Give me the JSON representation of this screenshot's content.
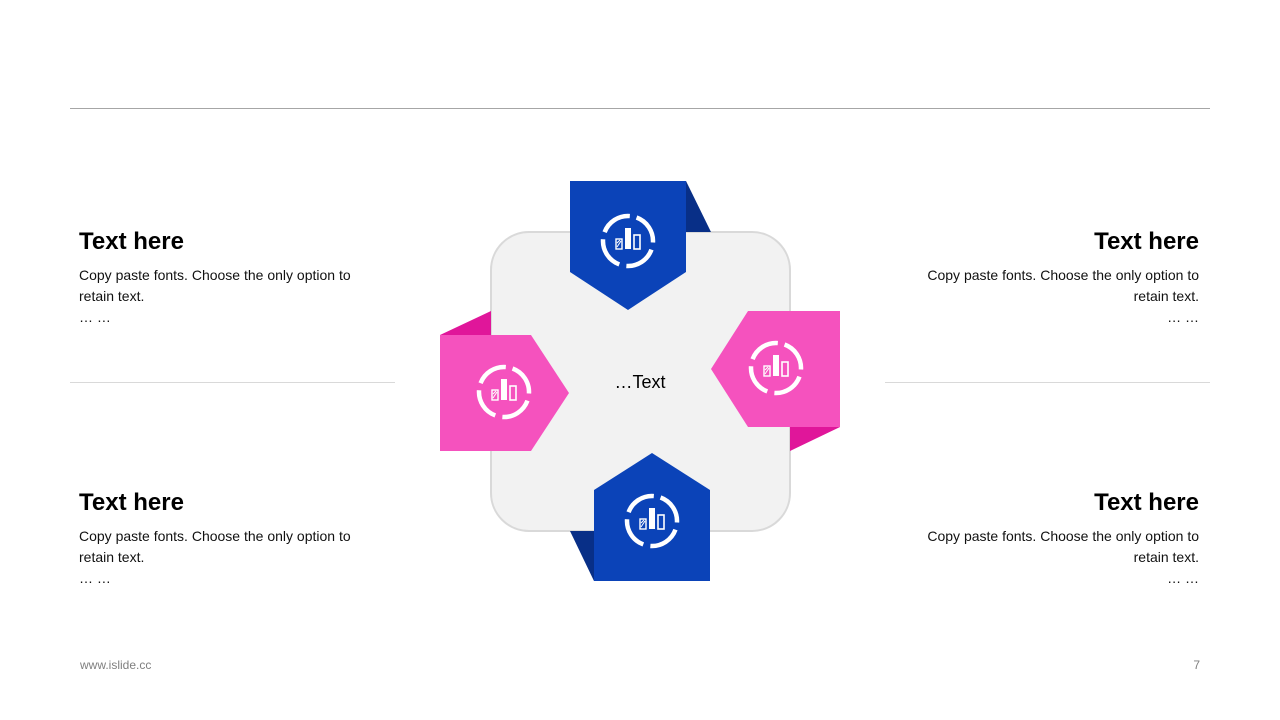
{
  "colors": {
    "blue": "#0b43b8",
    "blue_dark": "#082f87",
    "pink": "#f552be",
    "pink_dark": "#e0169a",
    "center_fill": "#f2f2f2",
    "center_stroke": "#d9d9d9"
  },
  "center": {
    "label": "…Text"
  },
  "icons": [
    "chart-icon",
    "chart-icon",
    "chart-icon",
    "chart-icon"
  ],
  "blocks": [
    {
      "title": "Text here",
      "body": "Copy paste fonts. Choose the only option to retain text.",
      "dots": "… …"
    },
    {
      "title": "Text here",
      "body": "Copy paste fonts. Choose the only option to retain text.",
      "dots": "… …"
    },
    {
      "title": "Text here",
      "body": "Copy paste fonts. Choose the only option to retain text.",
      "dots": "… …"
    },
    {
      "title": "Text here",
      "body": "Copy paste fonts. Choose the only option to retain text.",
      "dots": "… …"
    }
  ],
  "footer": {
    "url": "www.islide.cc",
    "page": "7"
  }
}
